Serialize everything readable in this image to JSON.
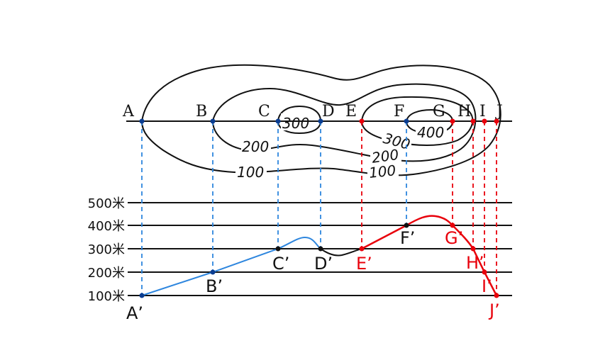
{
  "diagram": {
    "top_labels": [
      "A",
      "B",
      "C",
      "D",
      "E",
      "F",
      "G",
      "H",
      "I",
      "J"
    ],
    "contour_labels": [
      "300",
      "200",
      "100",
      "400",
      "300",
      "200",
      "100"
    ],
    "elevation_labels": [
      "500米",
      "400米",
      "300米",
      "200米",
      "100米"
    ],
    "profile_labels": [
      "A’",
      "B’",
      "C’",
      "D’",
      "E’",
      "F’",
      "G’",
      "H’",
      "I’",
      "J’"
    ],
    "colors": {
      "line": "#000000",
      "blue": "#2e86de",
      "red": "#e8000b"
    }
  }
}
